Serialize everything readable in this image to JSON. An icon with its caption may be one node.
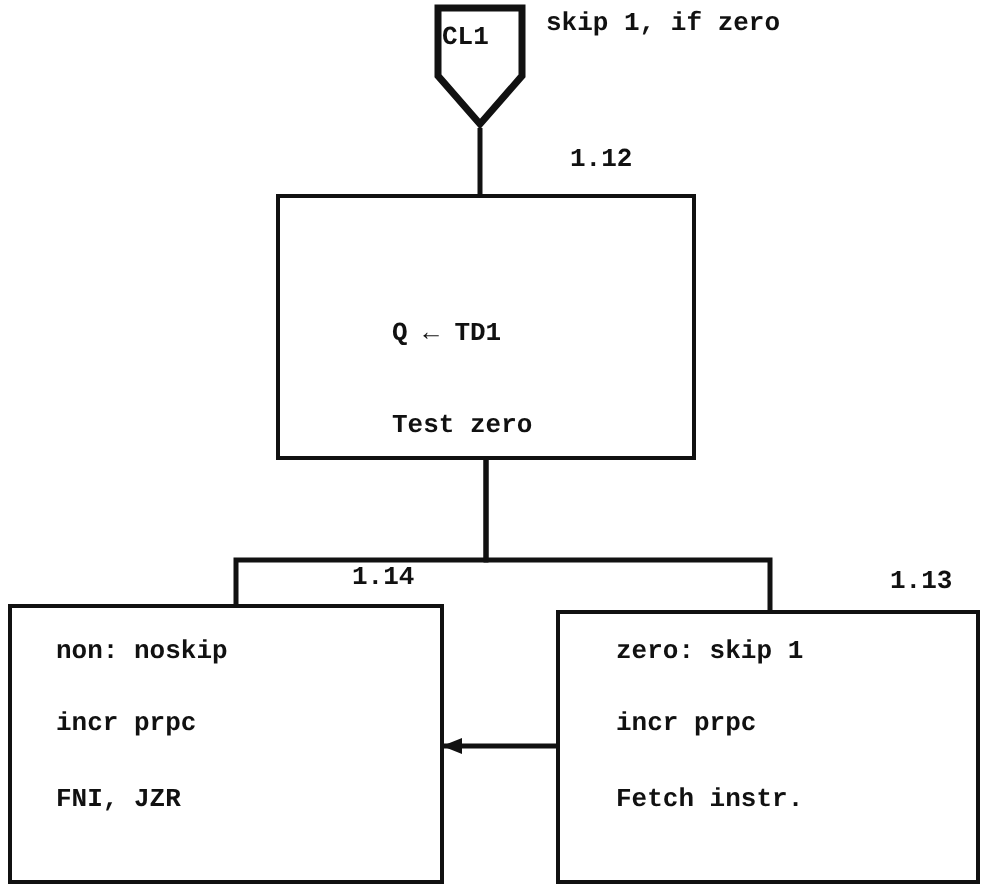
{
  "diagram": {
    "nodes": [
      {
        "text": [
          "CL1"
        ],
        "beside": [
          "skip 1, if zero"
        ]
      },
      {
        "text": [
          "Q ← TD1",
          "Test zero"
        ],
        "beside": [
          "1.12"
        ]
      },
      {
        "text": [
          "non: noskip",
          "incr prpc",
          "FNI, JZR"
        ],
        "beside": [
          "1.14"
        ]
      },
      {
        "text": [
          "zero: skip 1",
          "incr prpc",
          "Fetch instr."
        ],
        "beside": [
          "1.13"
        ]
      }
    ],
    "edges": [
      {
        "from": 0,
        "to": 1,
        "arrow": "none"
      },
      {
        "from": 1,
        "to": 2,
        "arrow": "none"
      },
      {
        "from": 1,
        "to": 3,
        "arrow": "none"
      },
      {
        "from": 3,
        "to": 2,
        "arrow": "to"
      }
    ]
  }
}
